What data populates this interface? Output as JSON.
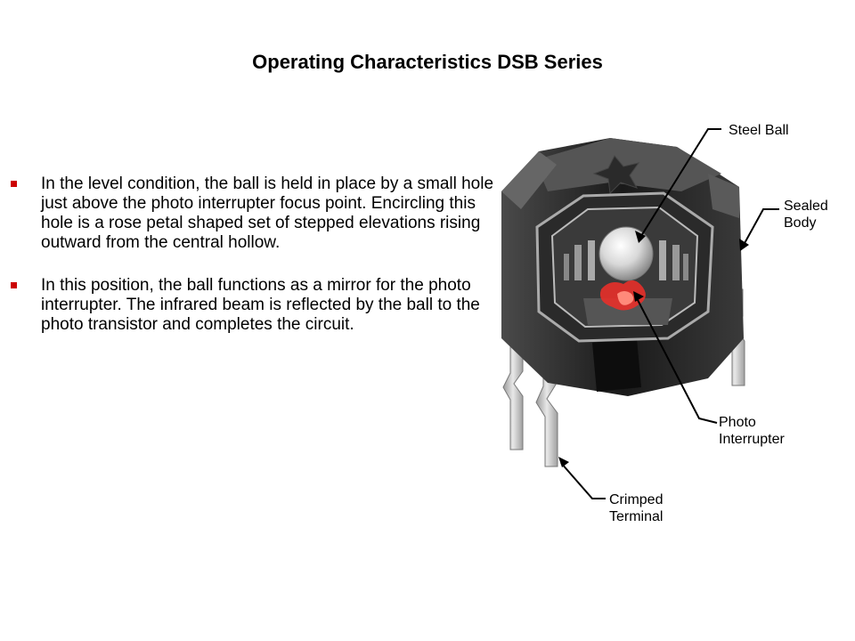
{
  "slide": {
    "title": "Operating Characteristics DSB Series",
    "bullets": [
      "In the level condition, the ball is held in place by a small hole just above the photo interrupter focus point.  Encircling this hole is a rose petal shaped set of stepped elevations rising outward from the central hollow.",
      "In this position, the ball functions as a mirror for the photo interrupter. The infrared beam is reflected by the ball to the photo transistor and completes the circuit."
    ]
  },
  "diagram": {
    "labels": {
      "steel_ball": "Steel Ball",
      "sealed_body": [
        "Sealed",
        "Body"
      ],
      "photo_interrupter": [
        "Photo",
        "Interrupter"
      ],
      "crimped_terminal": [
        "Crimped",
        "Terminal"
      ]
    },
    "colors": {
      "bullet": "#cc0000",
      "body_dark": "#1a1a1a",
      "emitter_red": "#e8302a"
    }
  }
}
